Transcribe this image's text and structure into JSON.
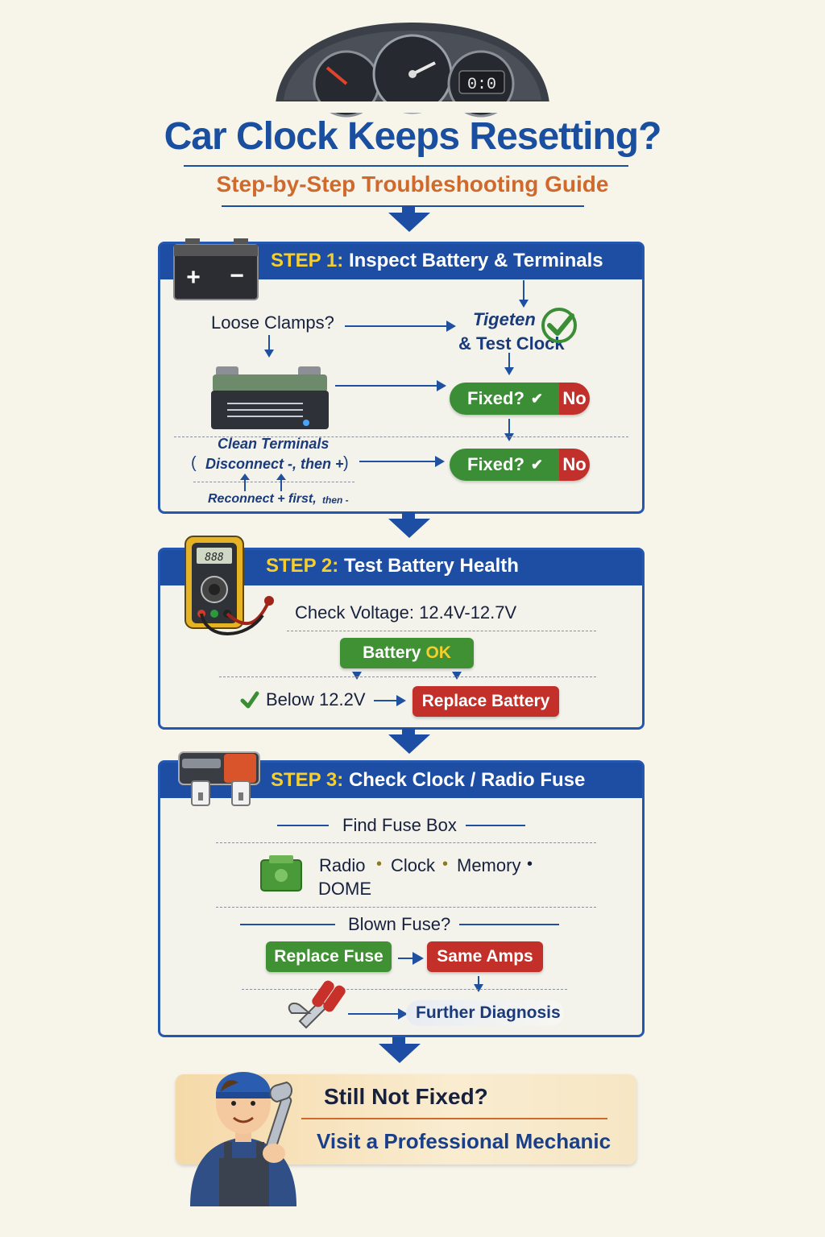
{
  "header": {
    "title": "Car Clock Keeps Resetting?",
    "subtitle": "Step-by-Step Troubleshooting Guide",
    "dashboard_clock": "0:0"
  },
  "step1": {
    "step_num": "STEP 1:",
    "step_title": "Inspect Battery & Terminals",
    "loose_clamps": "Loose Clamps?",
    "tighten_line1": "Tigeten",
    "tighten_line2": "& Test Clock",
    "fixed_label": "Fixed?",
    "no_label": "No",
    "clean_terminals": "Clean Terminals",
    "disconnect": "Disconnect -, then +",
    "paren_open": "(",
    "paren_close": ")",
    "reconnect": "Reconnect + first,",
    "reconnect_tail": "then -",
    "battery_plus": "+",
    "battery_minus": "−"
  },
  "step2": {
    "step_num": "STEP 2:",
    "step_title": "Test Battery Health",
    "check_voltage": "Check Voltage: 12.4V-12.7V",
    "battery_ok_prefix": "Battery",
    "battery_ok_suffix": "OK",
    "below": "Below 12.2V",
    "replace_battery": "Replace Battery",
    "meter_display": "888"
  },
  "step3": {
    "step_num": "STEP 3:",
    "step_title": "Check Clock / Radio Fuse",
    "find_fuse_box": "Find Fuse Box",
    "fuses": [
      "Radio",
      "Clock",
      "Memory",
      "DOME"
    ],
    "blown_fuse": "Blown Fuse?",
    "replace_fuse": "Replace Fuse",
    "same_amps": "Same Amps",
    "further_diagnosis": "Further Diagnosis"
  },
  "final": {
    "still_not_fixed": "Still Not Fixed?",
    "visit_mechanic": "Visit a Professional Mechanic"
  },
  "colors": {
    "navy": "#1d4ea3",
    "gold": "#f6cf2e",
    "green": "#3f9134",
    "red": "#c33029",
    "orange": "#d0692c",
    "background": "#f7f4ea"
  },
  "icons": [
    "dashboard-gauges-icon",
    "battery-icon",
    "multimeter-icon",
    "fuse-icon",
    "money-fuse-box-icon",
    "pliers-icon",
    "mechanic-illustration",
    "checkmark-icon"
  ]
}
